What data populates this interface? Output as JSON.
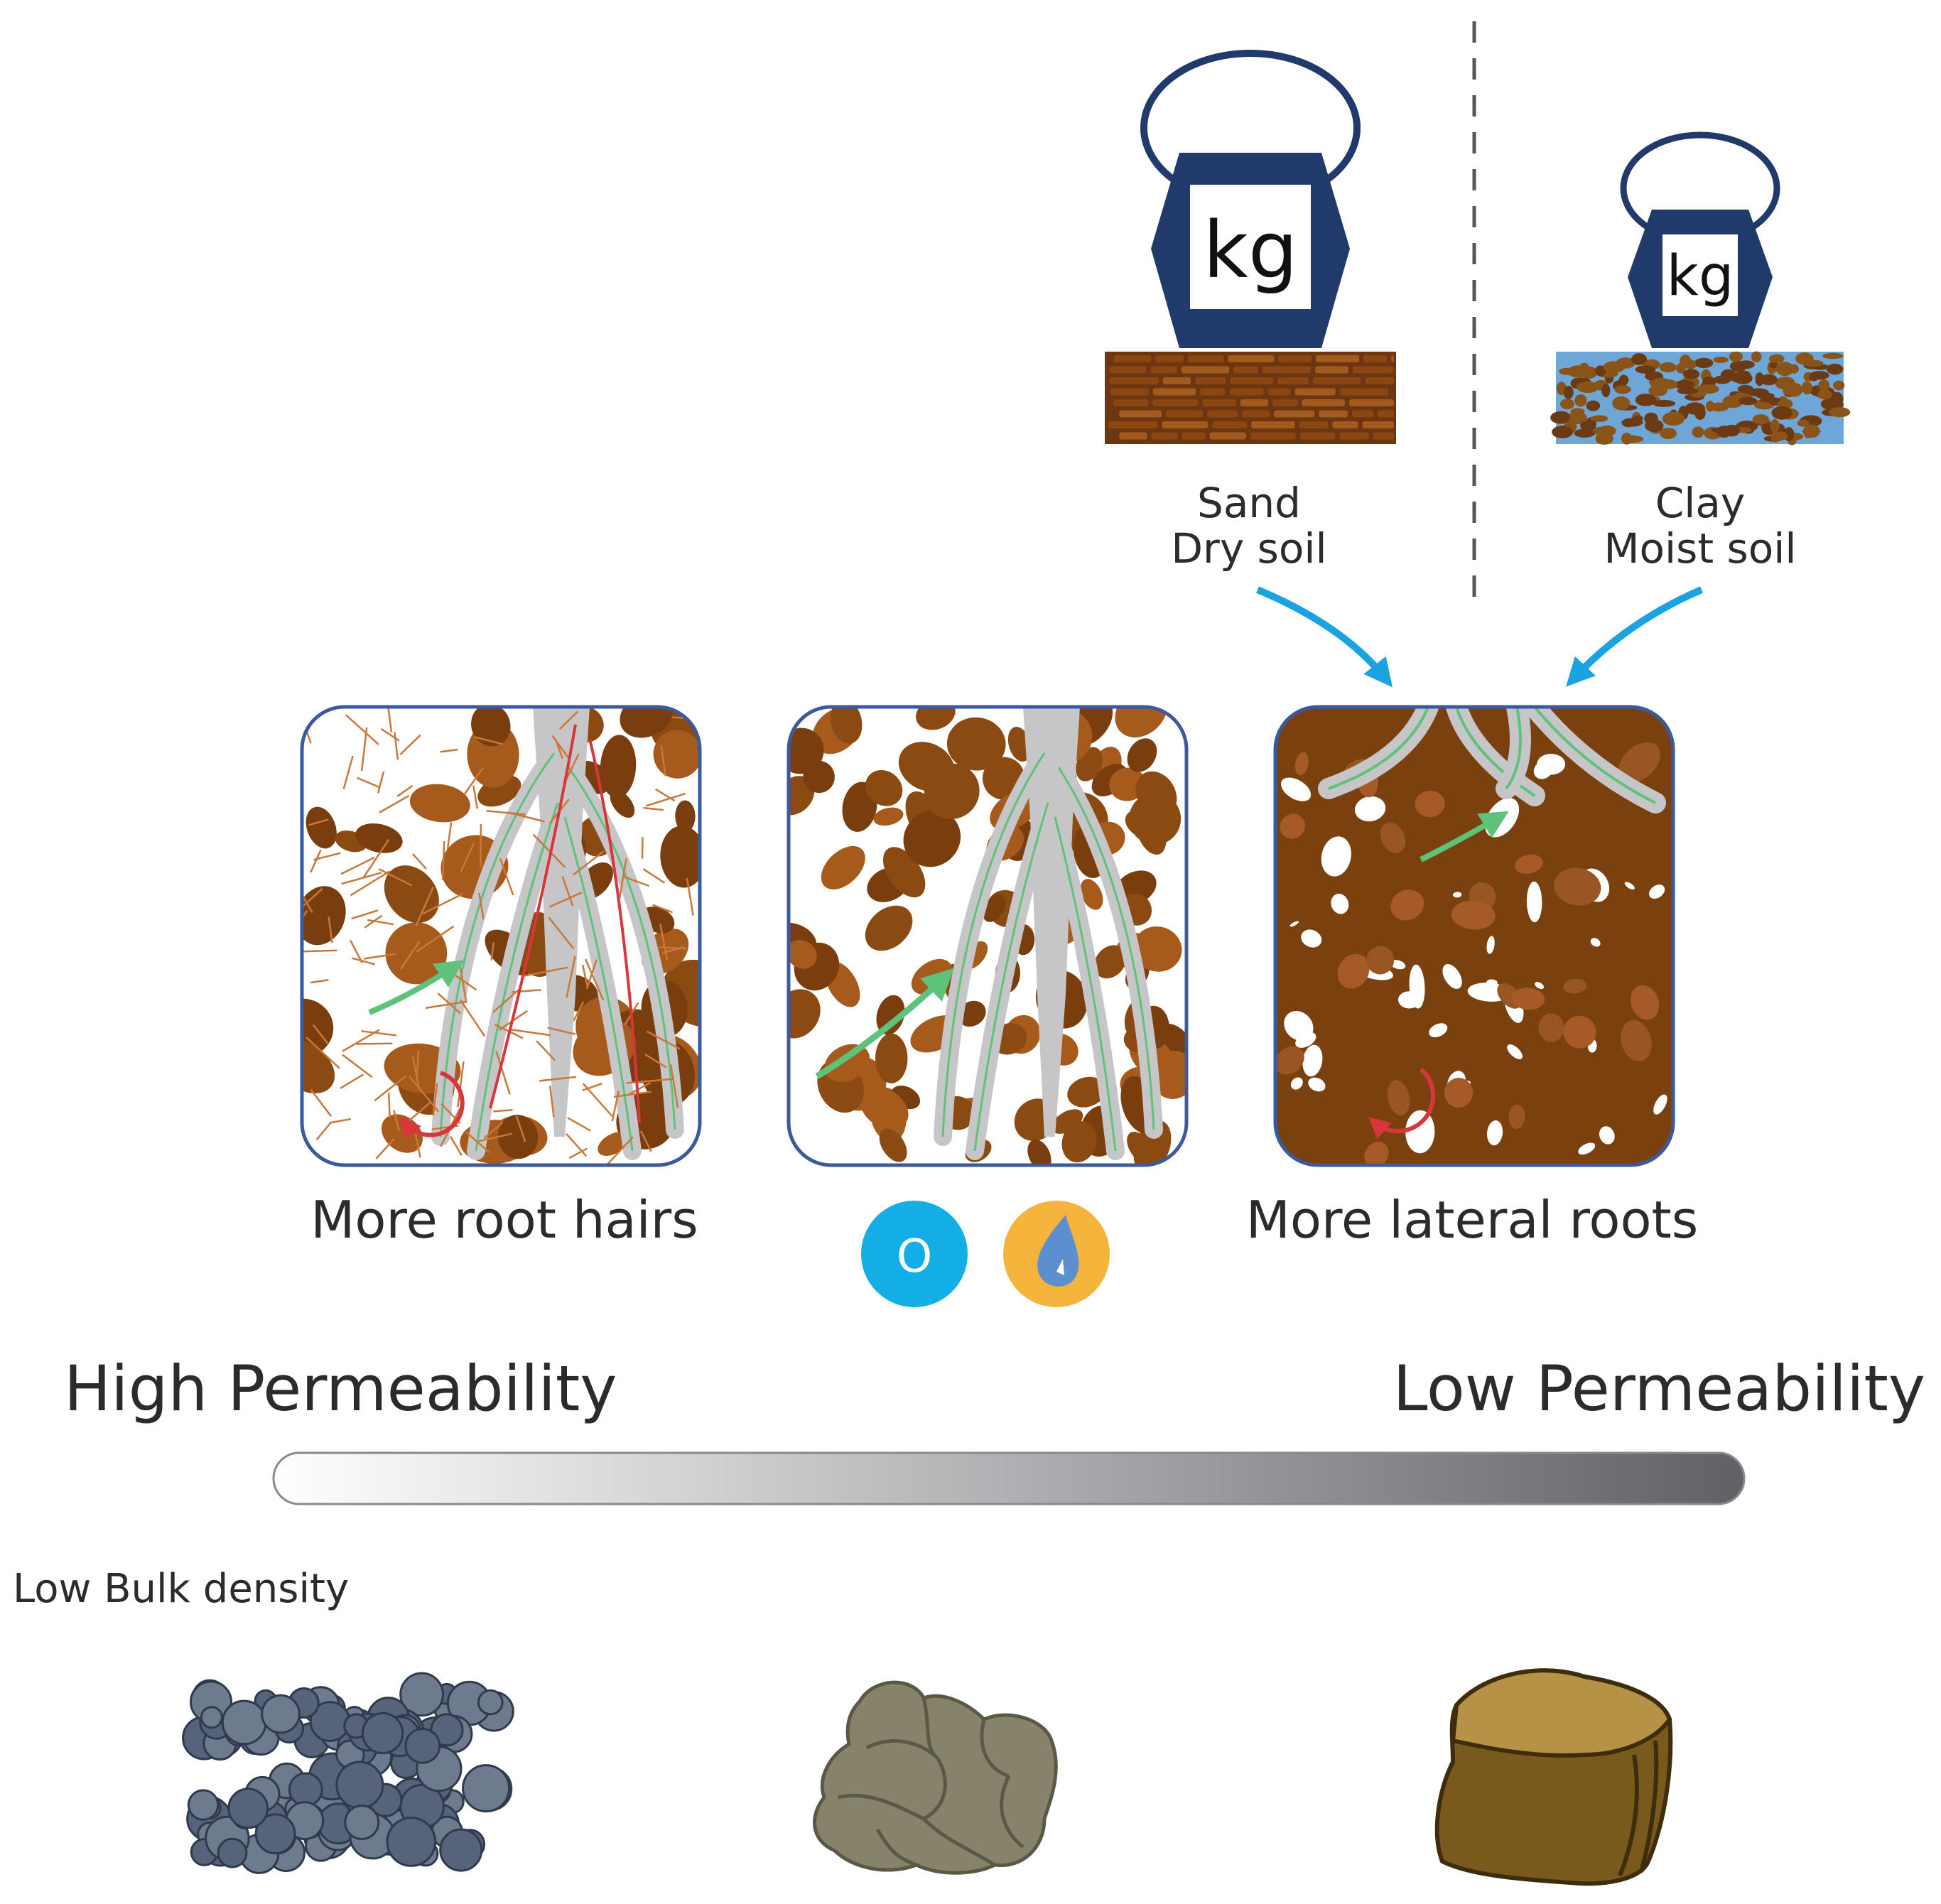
{
  "weights": {
    "left_label": "kg",
    "right_label": "kg",
    "left_caption_line1": "Sand",
    "left_caption_line2": "Dry soil",
    "right_caption_line1": "Clay",
    "right_caption_line2": "Moist soil"
  },
  "panels": {
    "left_caption": "More root hairs",
    "right_caption": "More lateral roots"
  },
  "icons": {
    "oxygen_label": "O"
  },
  "permeability": {
    "high_label": "High Permeability",
    "low_label": "Low Permeability"
  },
  "density": {
    "label": "Low Bulk density"
  },
  "colors": {
    "navy": "#1f3a6b",
    "soil_brown": "#8a4a12",
    "soil_tan": "#b5692a",
    "root_gray": "#c6c6c8",
    "root_green": "#5fc27a",
    "root_red": "#d8363a",
    "arrow_blue": "#1aa3e0",
    "oxygen_blue": "#13aee6",
    "water_orange": "#f5b43c"
  }
}
